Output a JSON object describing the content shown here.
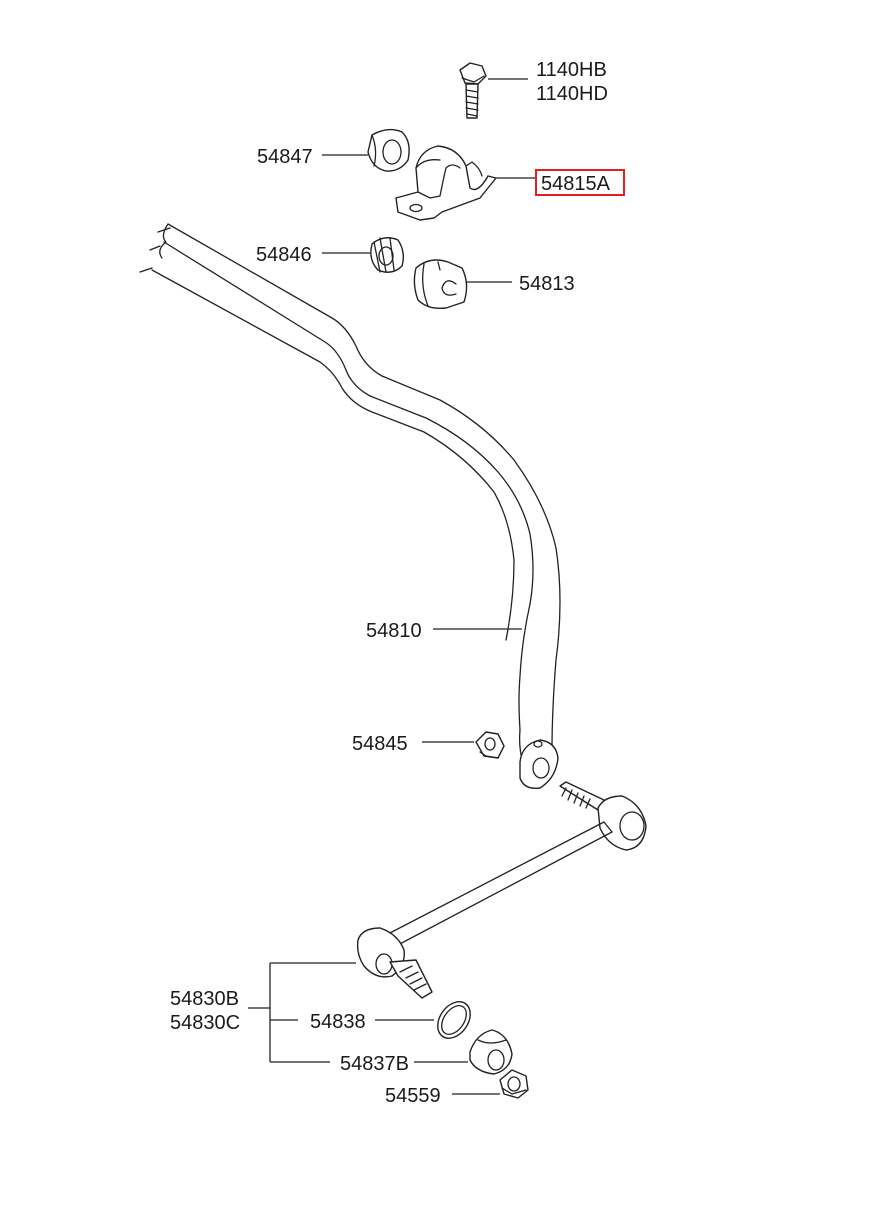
{
  "labels": {
    "bolt_a": "1140HB",
    "bolt_b": "1140HD",
    "bushing_upper": "54847",
    "bracket": "54815A",
    "bushing_lower": "54846",
    "bushing_main": "54813",
    "stabilizer_bar": "54810",
    "nut_bar": "54845",
    "link_a": "54830B",
    "link_b": "54830C",
    "ring": "54838",
    "boot": "54837B",
    "nut_link": "54559"
  },
  "highlight_color": "#e02020"
}
